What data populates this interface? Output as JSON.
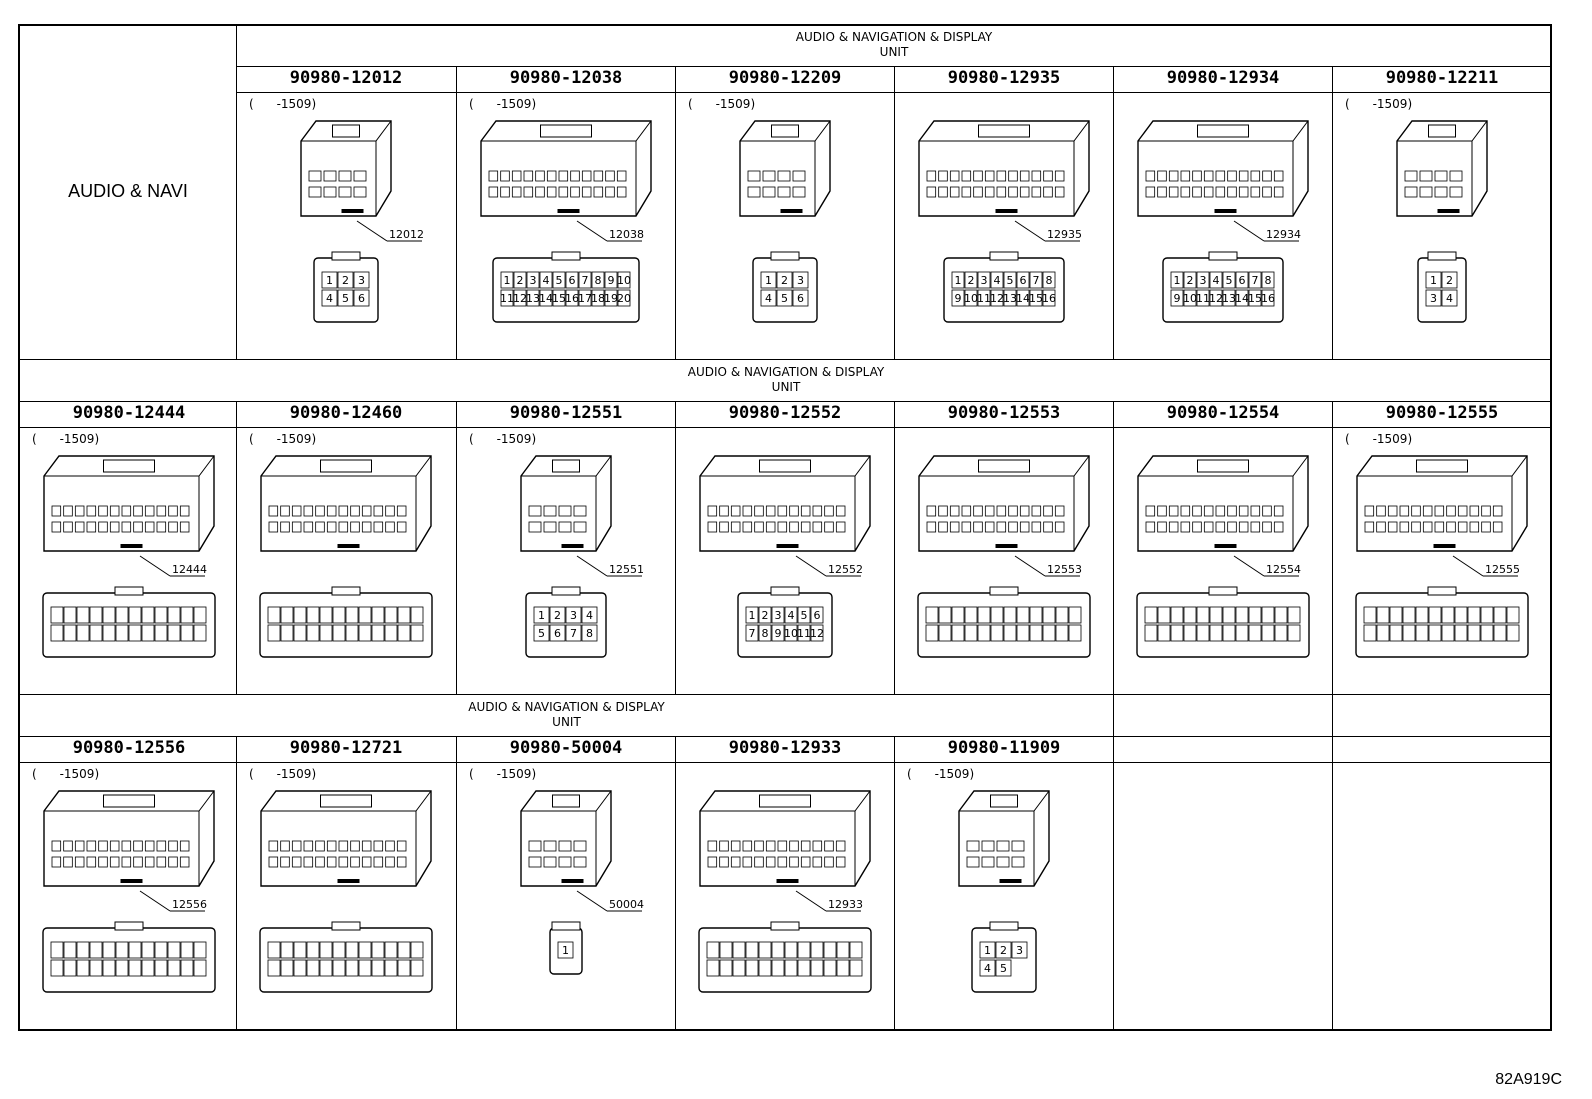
{
  "row_label": "AUDIO & NAVI",
  "group_header": "AUDIO & NAVIGATION & DISPLAY\nUNIT",
  "row1_header": "AUDIO & NAVIGATION & DISPLAY",
  "row1_header2": "UNIT",
  "row2_header": "AUDIO & NAVIGATION & DISPLAY",
  "row2_header2": "UNIT",
  "row3_header": "AUDIO & NAVIGATION & DISPLAY",
  "row3_header2": "UNIT",
  "sub_note": "(      -1509)",
  "drawing_code": "82A919C",
  "rows": [
    {
      "connectors": [
        {
          "part": "90980-12012",
          "label": "12012",
          "sub": true,
          "pins": [
            "1",
            "2",
            "3",
            "4",
            "5",
            "6"
          ]
        },
        {
          "part": "90980-12038",
          "label": "12038",
          "sub": true,
          "pins": [
            "1",
            "2",
            "3",
            "4",
            "5",
            "6",
            "7",
            "8",
            "9",
            "10",
            "11",
            "12",
            "13",
            "14",
            "15",
            "16",
            "17",
            "18",
            "19",
            "20"
          ]
        },
        {
          "part": "90980-12209",
          "label": "",
          "sub": true,
          "pins": [
            "1",
            "2",
            "3",
            "4",
            "5",
            "6"
          ]
        },
        {
          "part": "90980-12935",
          "label": "12935",
          "sub": false,
          "pins": [
            "1",
            "2",
            "3",
            "4",
            "5",
            "6",
            "7",
            "8",
            "9",
            "10",
            "11",
            "12",
            "13",
            "14",
            "15",
            "16"
          ]
        },
        {
          "part": "90980-12934",
          "label": "12934",
          "sub": false,
          "pins": [
            "1",
            "2",
            "3",
            "4",
            "5",
            "6",
            "7",
            "8",
            "9",
            "10",
            "11",
            "12",
            "13",
            "14",
            "15",
            "16"
          ]
        },
        {
          "part": "90980-12211",
          "label": "",
          "sub": true,
          "pins": [
            "1",
            "2",
            "3",
            "4"
          ]
        }
      ]
    },
    {
      "connectors": [
        {
          "part": "90980-12444",
          "label": "12444",
          "sub": true
        },
        {
          "part": "90980-12460",
          "label": "",
          "sub": true
        },
        {
          "part": "90980-12551",
          "label": "12551",
          "sub": true,
          "pins": [
            "1",
            "2",
            "3",
            "4",
            "5",
            "6",
            "7",
            "8"
          ]
        },
        {
          "part": "90980-12552",
          "label": "12552",
          "sub": false,
          "pins": [
            "1",
            "2",
            "3",
            "4",
            "5",
            "6",
            "7",
            "8",
            "9",
            "10",
            "11",
            "12"
          ]
        },
        {
          "part": "90980-12553",
          "label": "12553",
          "sub": false
        },
        {
          "part": "90980-12554",
          "label": "12554",
          "sub": false
        },
        {
          "part": "90980-12555",
          "label": "12555",
          "sub": true
        }
      ]
    },
    {
      "connectors": [
        {
          "part": "90980-12556",
          "label": "12556",
          "sub": true
        },
        {
          "part": "90980-12721",
          "label": "",
          "sub": true
        },
        {
          "part": "90980-50004",
          "label": "50004",
          "sub": true,
          "pins": [
            "1"
          ]
        },
        {
          "part": "90980-12933",
          "label": "12933",
          "sub": false
        },
        {
          "part": "90980-11909",
          "label": "",
          "sub": true,
          "pins": [
            "1",
            "2",
            "3",
            "4",
            "5"
          ]
        }
      ]
    }
  ]
}
